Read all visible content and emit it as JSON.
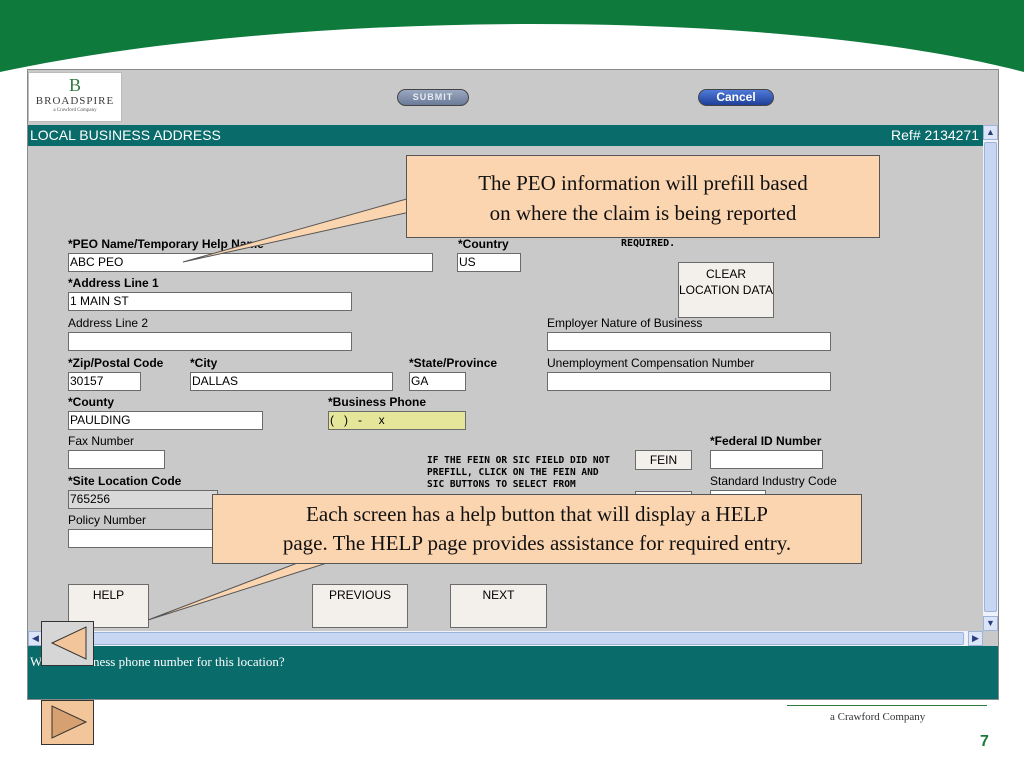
{
  "colors": {
    "brand_green": "#0e7a3c",
    "title_bar": "#0a6b6b",
    "callout_fill": "#fbd5b0",
    "panel_grey": "#c9c9c9",
    "cancel_blue": "#1e3f9a"
  },
  "logo": {
    "mark": "B",
    "name": "BROADSPIRE",
    "tagline": "a Crawford Company"
  },
  "header": {
    "submit_label": "SUBMIT",
    "cancel_label": "Cancel"
  },
  "title_bar": {
    "title": "LOCAL BUSINESS ADDRESS",
    "ref": "Ref# 2134271"
  },
  "form": {
    "peo_name": {
      "label": "*PEO Name/Temporary Help Name",
      "value": "ABC PEO"
    },
    "country": {
      "label": "*Country",
      "value": "US"
    },
    "required_note": "REQUIRED.",
    "clear_button": "CLEAR LOCATION DATA",
    "address1": {
      "label": "*Address Line 1",
      "value": "1 MAIN ST"
    },
    "address2": {
      "label": "Address Line 2",
      "value": ""
    },
    "employer_nature": {
      "label": "Employer Nature of Business",
      "value": ""
    },
    "zip": {
      "label": "*Zip/Postal Code",
      "value": "30157"
    },
    "city": {
      "label": "*City",
      "value": "DALLAS"
    },
    "state": {
      "label": "*State/Province",
      "value": "GA"
    },
    "unemployment": {
      "label": "Unemployment Compensation Number",
      "value": ""
    },
    "county": {
      "label": "*County",
      "value": "PAULDING"
    },
    "business_phone": {
      "label": "*Business Phone",
      "value": "(   )   -     x"
    },
    "fax": {
      "label": "Fax Number",
      "value": ""
    },
    "federal_id": {
      "label": "*Federal ID Number",
      "value": ""
    },
    "fein_notice": [
      "IF THE FEIN OR SIC FIELD DID NOT",
      "PREFILL, CLICK ON THE FEIN AND",
      "SIC BUTTONS TO SELECT FROM"
    ],
    "fein_button": "FEIN",
    "site_location": {
      "label": "*Site Location Code",
      "value": "765256"
    },
    "sic": {
      "label": "Standard Industry Code",
      "value": ""
    },
    "policy": {
      "label": "Policy Number",
      "value": ""
    },
    "help_button": "HELP",
    "previous_button": "PREVIOUS",
    "next_button": "NEXT"
  },
  "status_bar": {
    "text": "W         business phone number for this location?"
  },
  "callouts": {
    "peo": [
      "The PEO information will prefill based",
      "on where the claim is being reported"
    ],
    "help": [
      "Each screen has a help button that will display a HELP",
      "page. The HELP page provides assistance for required entry."
    ]
  },
  "footer": {
    "company": "a Crawford Company",
    "slide_number": "7"
  }
}
